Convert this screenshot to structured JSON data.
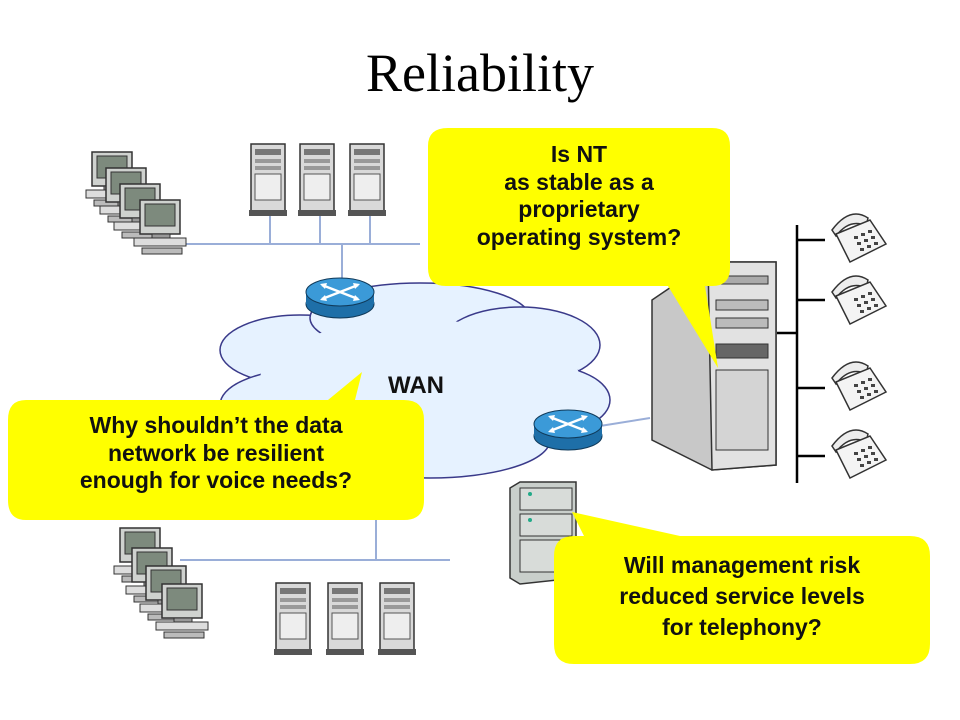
{
  "slide": {
    "title": "Reliability"
  },
  "network": {
    "cloud_label": "WAN"
  },
  "callouts": {
    "nt": {
      "lines": [
        "Is NT",
        "as stable as a",
        "proprietary",
        "operating system?"
      ]
    },
    "data_network": {
      "lines": [
        "Why shouldn’t the data",
        "network be resilient",
        "enough for voice needs?"
      ]
    },
    "management": {
      "lines": [
        "Will management risk",
        "reduced service levels",
        "for telephony?"
      ]
    }
  },
  "colors": {
    "callout_fill": "#ffff00",
    "router": "#2a88c8",
    "cloud_fill": "#e6f2ff",
    "cloud_stroke": "#3a3a8a",
    "lan_line": "#9aaed8"
  }
}
